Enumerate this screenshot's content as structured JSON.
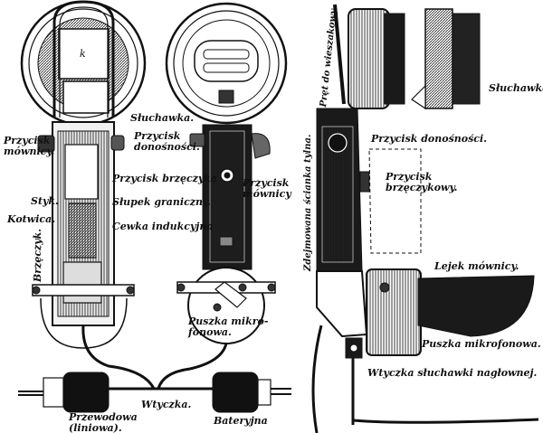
{
  "labels": {
    "handset_top": "Słuchawka.",
    "volume_button": "Przycisk\ndonośności.",
    "mic_button_left": "Przycisk\nmównicy.",
    "buzzer_button": "Przycisk brzęczyka",
    "limit_post": "Słupek graniczny.",
    "contact": "Styk.",
    "anchor": "Kotwica.",
    "induction_coil": "Cewka indukcyjna",
    "buzzer": "Brzęczyk.",
    "mic_button_right": "Przycisk\nmównicy",
    "mic_capsule_back": "Puszka mikro-\nfonowa.",
    "plug": "Wtyczka.",
    "wire_plug": "Przewodowa\n(liniowa).",
    "battery_plug": "Bateryjna",
    "hook_rod": "Pręt do wieszakowy.",
    "removable_wall": "Zdejmowana ścianka tylna.",
    "handset_right": "Słuchawka.",
    "volume_button_2": "Przycisk donośności.",
    "buzzer_button_2": "Przycisk\nbrzęczykowy.",
    "mouthpiece": "Lejek mównicy.",
    "mic_capsule_side": "Puszka mikrofonowa.",
    "headphone_plug": "Wtyczka słuchawki nagłownej.",
    "k_mark": "k"
  }
}
